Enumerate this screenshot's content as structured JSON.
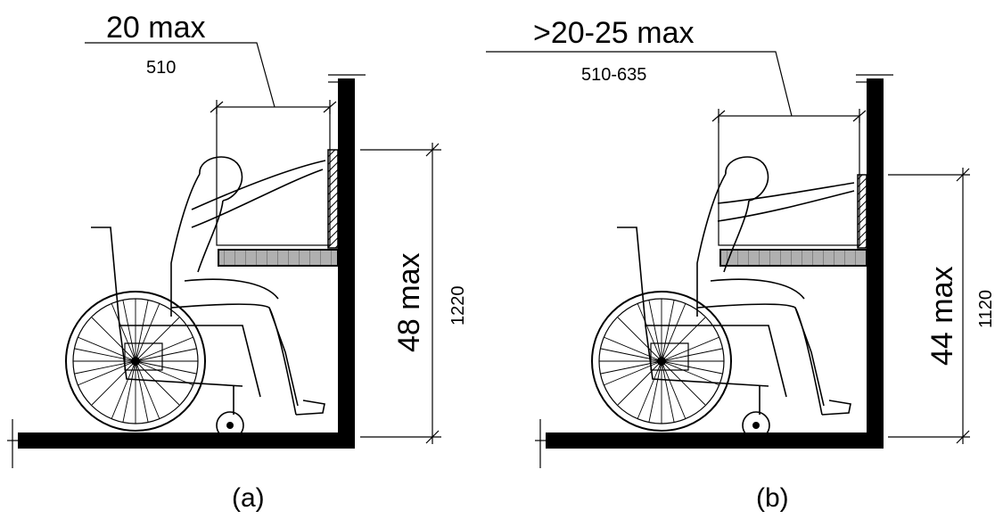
{
  "figure_a": {
    "reach_label": "20 max",
    "reach_metric": "510",
    "height_label": "48 max",
    "height_metric": "1220",
    "caption": "(a)"
  },
  "figure_b": {
    "reach_label": ">20-25 max",
    "reach_metric": "510-635",
    "height_label": "44 max",
    "height_metric": "1120",
    "caption": "(b)"
  },
  "colors": {
    "ink": "#000000",
    "counter_fill": "#b0b0b0",
    "background": "#ffffff"
  }
}
